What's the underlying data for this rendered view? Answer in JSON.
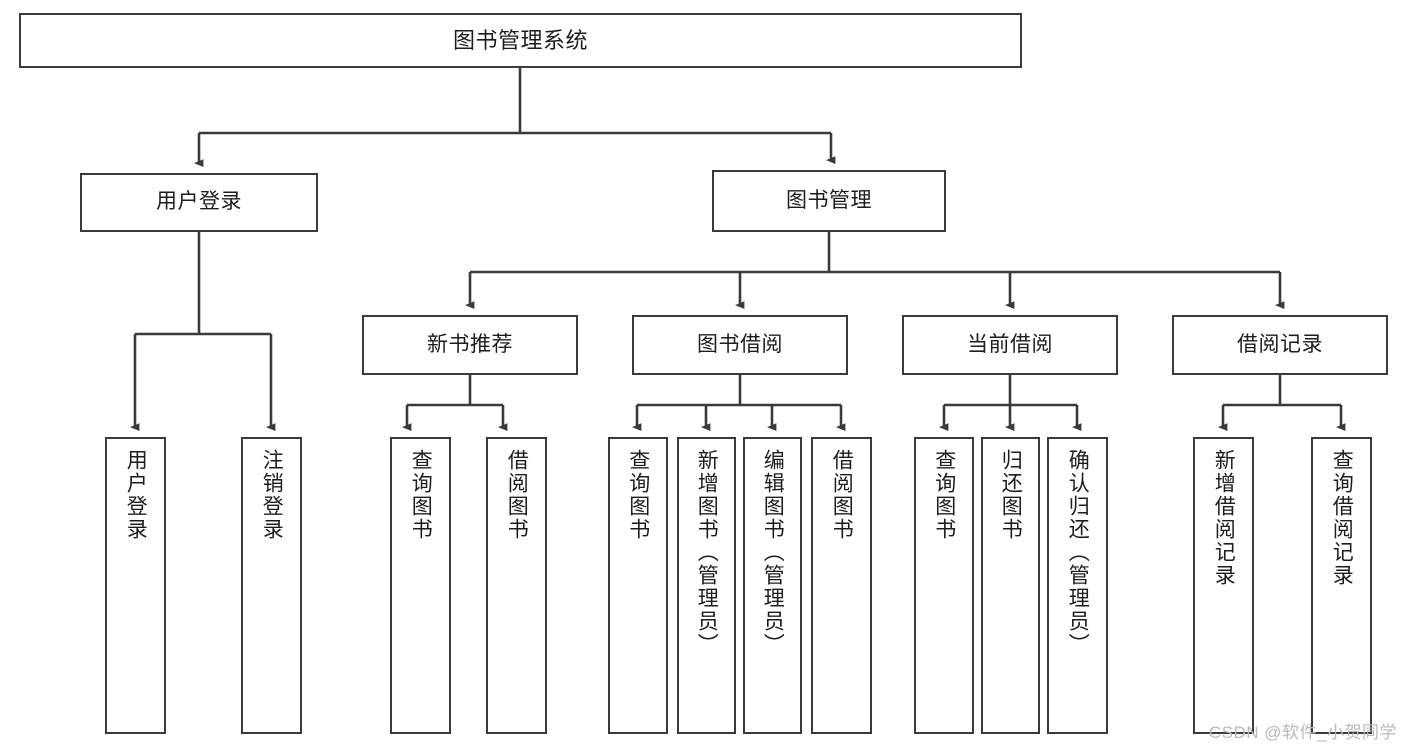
{
  "diagram": {
    "title": "图书管理系统",
    "watermark": "CSDN @软件_小贺同学",
    "colors": {
      "stroke": "#3a3a3a",
      "fill": "#ffffff",
      "text": "#1d1d1d",
      "watermark": "#b9b9b9"
    },
    "root": {
      "label": "图书管理系统"
    },
    "level1": [
      {
        "label": "用户登录"
      },
      {
        "label": "图书管理"
      }
    ],
    "level2": [
      {
        "label": "新书推荐"
      },
      {
        "label": "图书借阅"
      },
      {
        "label": "当前借阅"
      },
      {
        "label": "借阅记录"
      }
    ],
    "leaves": {
      "user_login": [
        {
          "label": "用户登录"
        },
        {
          "label": "注销登录"
        }
      ],
      "new_book": [
        {
          "label": "查询图书"
        },
        {
          "label": "借阅图书"
        }
      ],
      "book_borrow": [
        {
          "label": "查询图书"
        },
        {
          "label": "新增图书（管理员）"
        },
        {
          "label": "编辑图书（管理员）"
        },
        {
          "label": "借阅图书"
        }
      ],
      "current_borrow": [
        {
          "label": "查询图书"
        },
        {
          "label": "归还图书"
        },
        {
          "label": "确认归还（管理员）"
        }
      ],
      "borrow_record": [
        {
          "label": "新增借阅记录"
        },
        {
          "label": "查询借阅记录"
        }
      ]
    }
  }
}
